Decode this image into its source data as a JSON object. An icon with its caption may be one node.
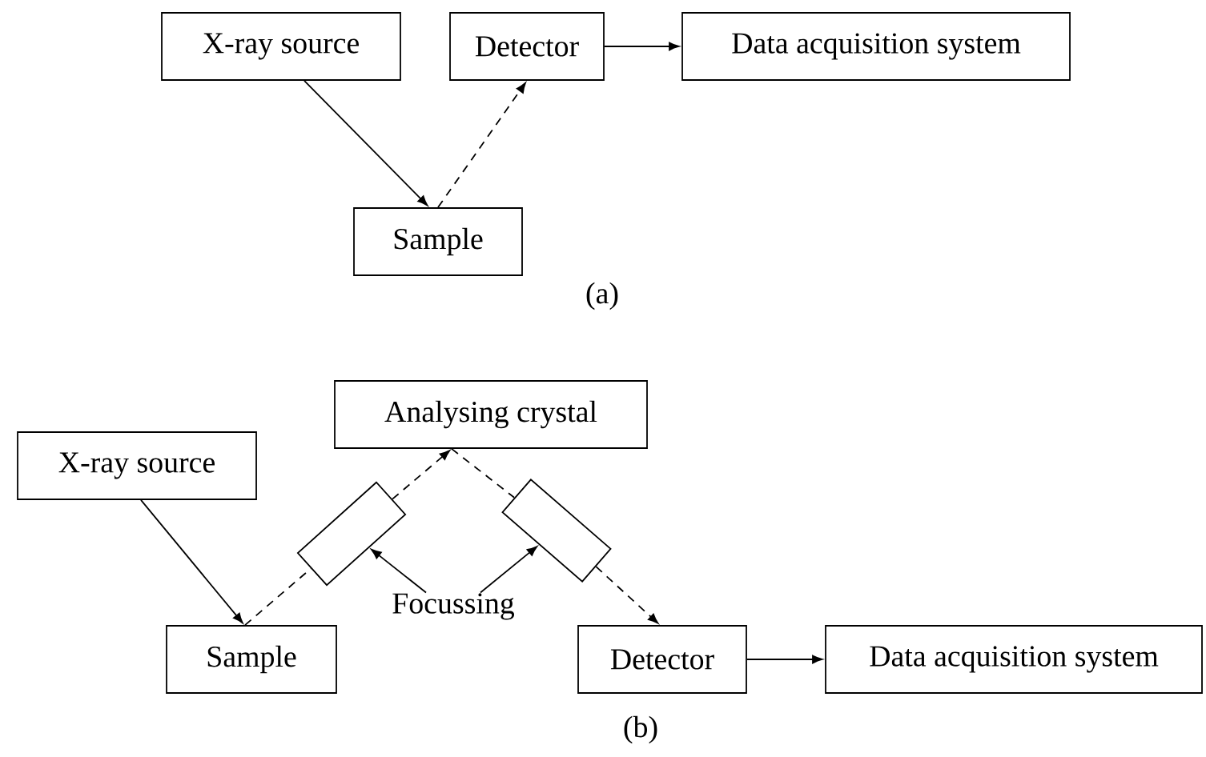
{
  "diagram": {
    "nodes": [
      {
        "text": [
          "X-ray source"
        ]
      },
      {
        "text": [
          "Detector"
        ]
      },
      {
        "text": [
          "Data acquisition system"
        ]
      },
      {
        "text": [
          "Sample"
        ]
      },
      {
        "text": [
          "Analysing crystal"
        ]
      },
      {
        "text": [
          "X-ray source"
        ]
      },
      {
        "text": [],
        "shape": "box"
      },
      {
        "text": [],
        "shape": "box"
      },
      {
        "text": [
          "Focussing"
        ]
      },
      {
        "text": [
          "Sample"
        ]
      },
      {
        "text": [
          "Detector"
        ]
      },
      {
        "text": [
          "Data acquisition system"
        ]
      }
    ],
    "edges": [
      {
        "from": 0,
        "to": 3,
        "arrow": "to"
      },
      {
        "from": 3,
        "to": 1,
        "arrow": "to",
        "style": "dashed"
      },
      {
        "from": 1,
        "to": 2,
        "arrow": "to"
      },
      {
        "from": 5,
        "to": 9,
        "arrow": "to"
      },
      {
        "from": 9,
        "to": 6,
        "arrow": "none",
        "style": "dashed"
      },
      {
        "from": 6,
        "to": 4,
        "arrow": "to",
        "style": "dashed"
      },
      {
        "from": 4,
        "to": 7,
        "arrow": "none",
        "style": "dashed"
      },
      {
        "from": 7,
        "to": 10,
        "arrow": "to",
        "style": "dashed"
      },
      {
        "from": 8,
        "to": 6,
        "arrow": "to"
      },
      {
        "from": 8,
        "to": 7,
        "arrow": "to"
      },
      {
        "from": 10,
        "to": 11,
        "arrow": "to"
      }
    ],
    "labels": [
      "(a)",
      "(b)"
    ]
  }
}
